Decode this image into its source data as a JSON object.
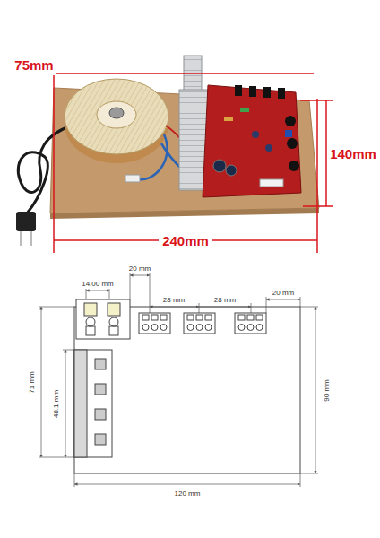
{
  "diagram": {
    "labels": [
      "75mm",
      "140mm",
      "240mm",
      "14.00 mm",
      "20 mm",
      "28 mm",
      "28 mm",
      "20 mm",
      "71 mm",
      "48.1 mm",
      "90 mm",
      "120 mm"
    ]
  }
}
